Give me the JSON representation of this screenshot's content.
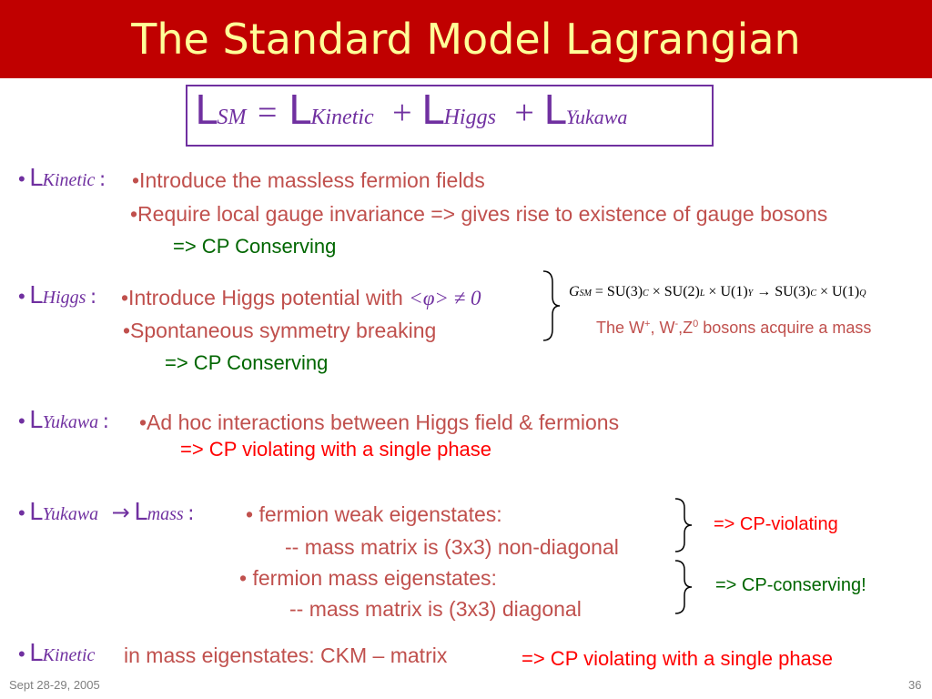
{
  "slide": {
    "title": "The Standard Model Lagrangian",
    "equation": {
      "L": "L",
      "sm": "SM",
      "eq": "=",
      "plus": "+",
      "kinetic": "Kinetic",
      "higgs": "Higgs",
      "yukawa": "Yukawa"
    },
    "kinetic": {
      "label_sub": "Kinetic",
      "colon": ":",
      "line1": "•Introduce the massless fermion fields",
      "line2": "•Require local gauge invariance  => gives rise to existence of gauge bosons",
      "line3": "=> CP Conserving"
    },
    "higgs": {
      "label_sub": "Higgs",
      "colon": ":",
      "line1": "•Introduce Higgs potential with ",
      "vev": "<φ> ≠ 0",
      "line2": "•Spontaneous symmetry breaking",
      "line3": "=> CP Conserving",
      "symmetry_G": "G",
      "symmetry_G_sub": "SM",
      "symmetry_rest": " = SU(3)",
      "sym_c1": "C",
      "sym_su2": " × SU(2)",
      "sym_l": "L",
      "sym_u1": " × U(1)",
      "sym_y": "Y",
      "sym_arrow": " → SU(3)",
      "sym_c2": "C",
      "sym_u1q": " × U(1)",
      "sym_q": "Q",
      "bosons_pre": "The W",
      "w_plus": "+",
      "bosons_mid": ", W",
      "w_minus": "-",
      "bosons_z": ",Z",
      "z_zero": "0",
      "bosons_post": " bosons acquire a mass"
    },
    "yukawa": {
      "label_sub": "Yukawa",
      "colon": ":",
      "line1": "•Ad hoc interactions between Higgs field & fermions",
      "line2": "=> CP violating with a single phase"
    },
    "mass": {
      "label_sub": "Yukawa",
      "arrow": "→",
      "mass_sub": "mass",
      "colon": ":",
      "weak": "•  fermion weak eigenstates:",
      "weak_detail": "-- mass matrix is (3x3) non-diagonal",
      "masseig": "•  fermion mass eigenstates:",
      "mass_detail": "-- mass matrix is (3x3) diagonal",
      "cp_violating": "=> CP-violating",
      "cp_conserving": "=> CP-conserving!"
    },
    "ckm": {
      "label_sub": "Kinetic",
      "text": "in mass eigenstates:   CKM – matrix",
      "red": "=> CP violating with a single phase"
    },
    "footer_date": "Sept 28-29, 2005",
    "page_number": "36",
    "bullet": "•",
    "colors": {
      "title_bar": "#C00000",
      "title_text": "#FFFF99",
      "purple": "#7030A0",
      "text": "#C0504D",
      "green": "#006600",
      "red": "#FF0000"
    }
  }
}
